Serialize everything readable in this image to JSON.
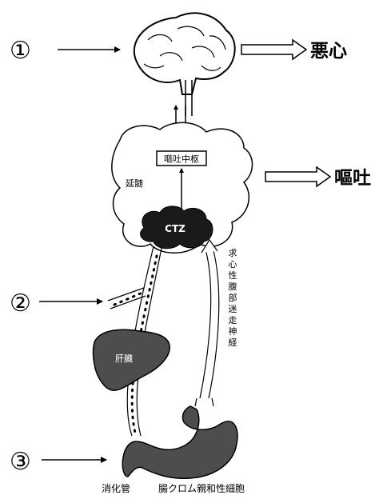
{
  "markers": {
    "one": "①",
    "two": "②",
    "three": "③"
  },
  "outputs": {
    "nausea": "悪心",
    "vomiting": "嘔吐"
  },
  "structures": {
    "vomiting_center": "嘔吐中枢",
    "medulla": "延髄",
    "ctz": "CTZ",
    "liver": "肝臓",
    "afferent_vagus_chars": [
      "求",
      "心",
      "性",
      "腹",
      "部",
      "迷",
      "走",
      "神",
      "経"
    ],
    "digestive_tract": "消化管",
    "enterochromaffin": "腸クロム親和性細胞"
  },
  "colors": {
    "ink": "#000000",
    "organ_fill": "#4d4d4d",
    "ctz_fill": "#1a1a1a",
    "background": "#ffffff"
  }
}
